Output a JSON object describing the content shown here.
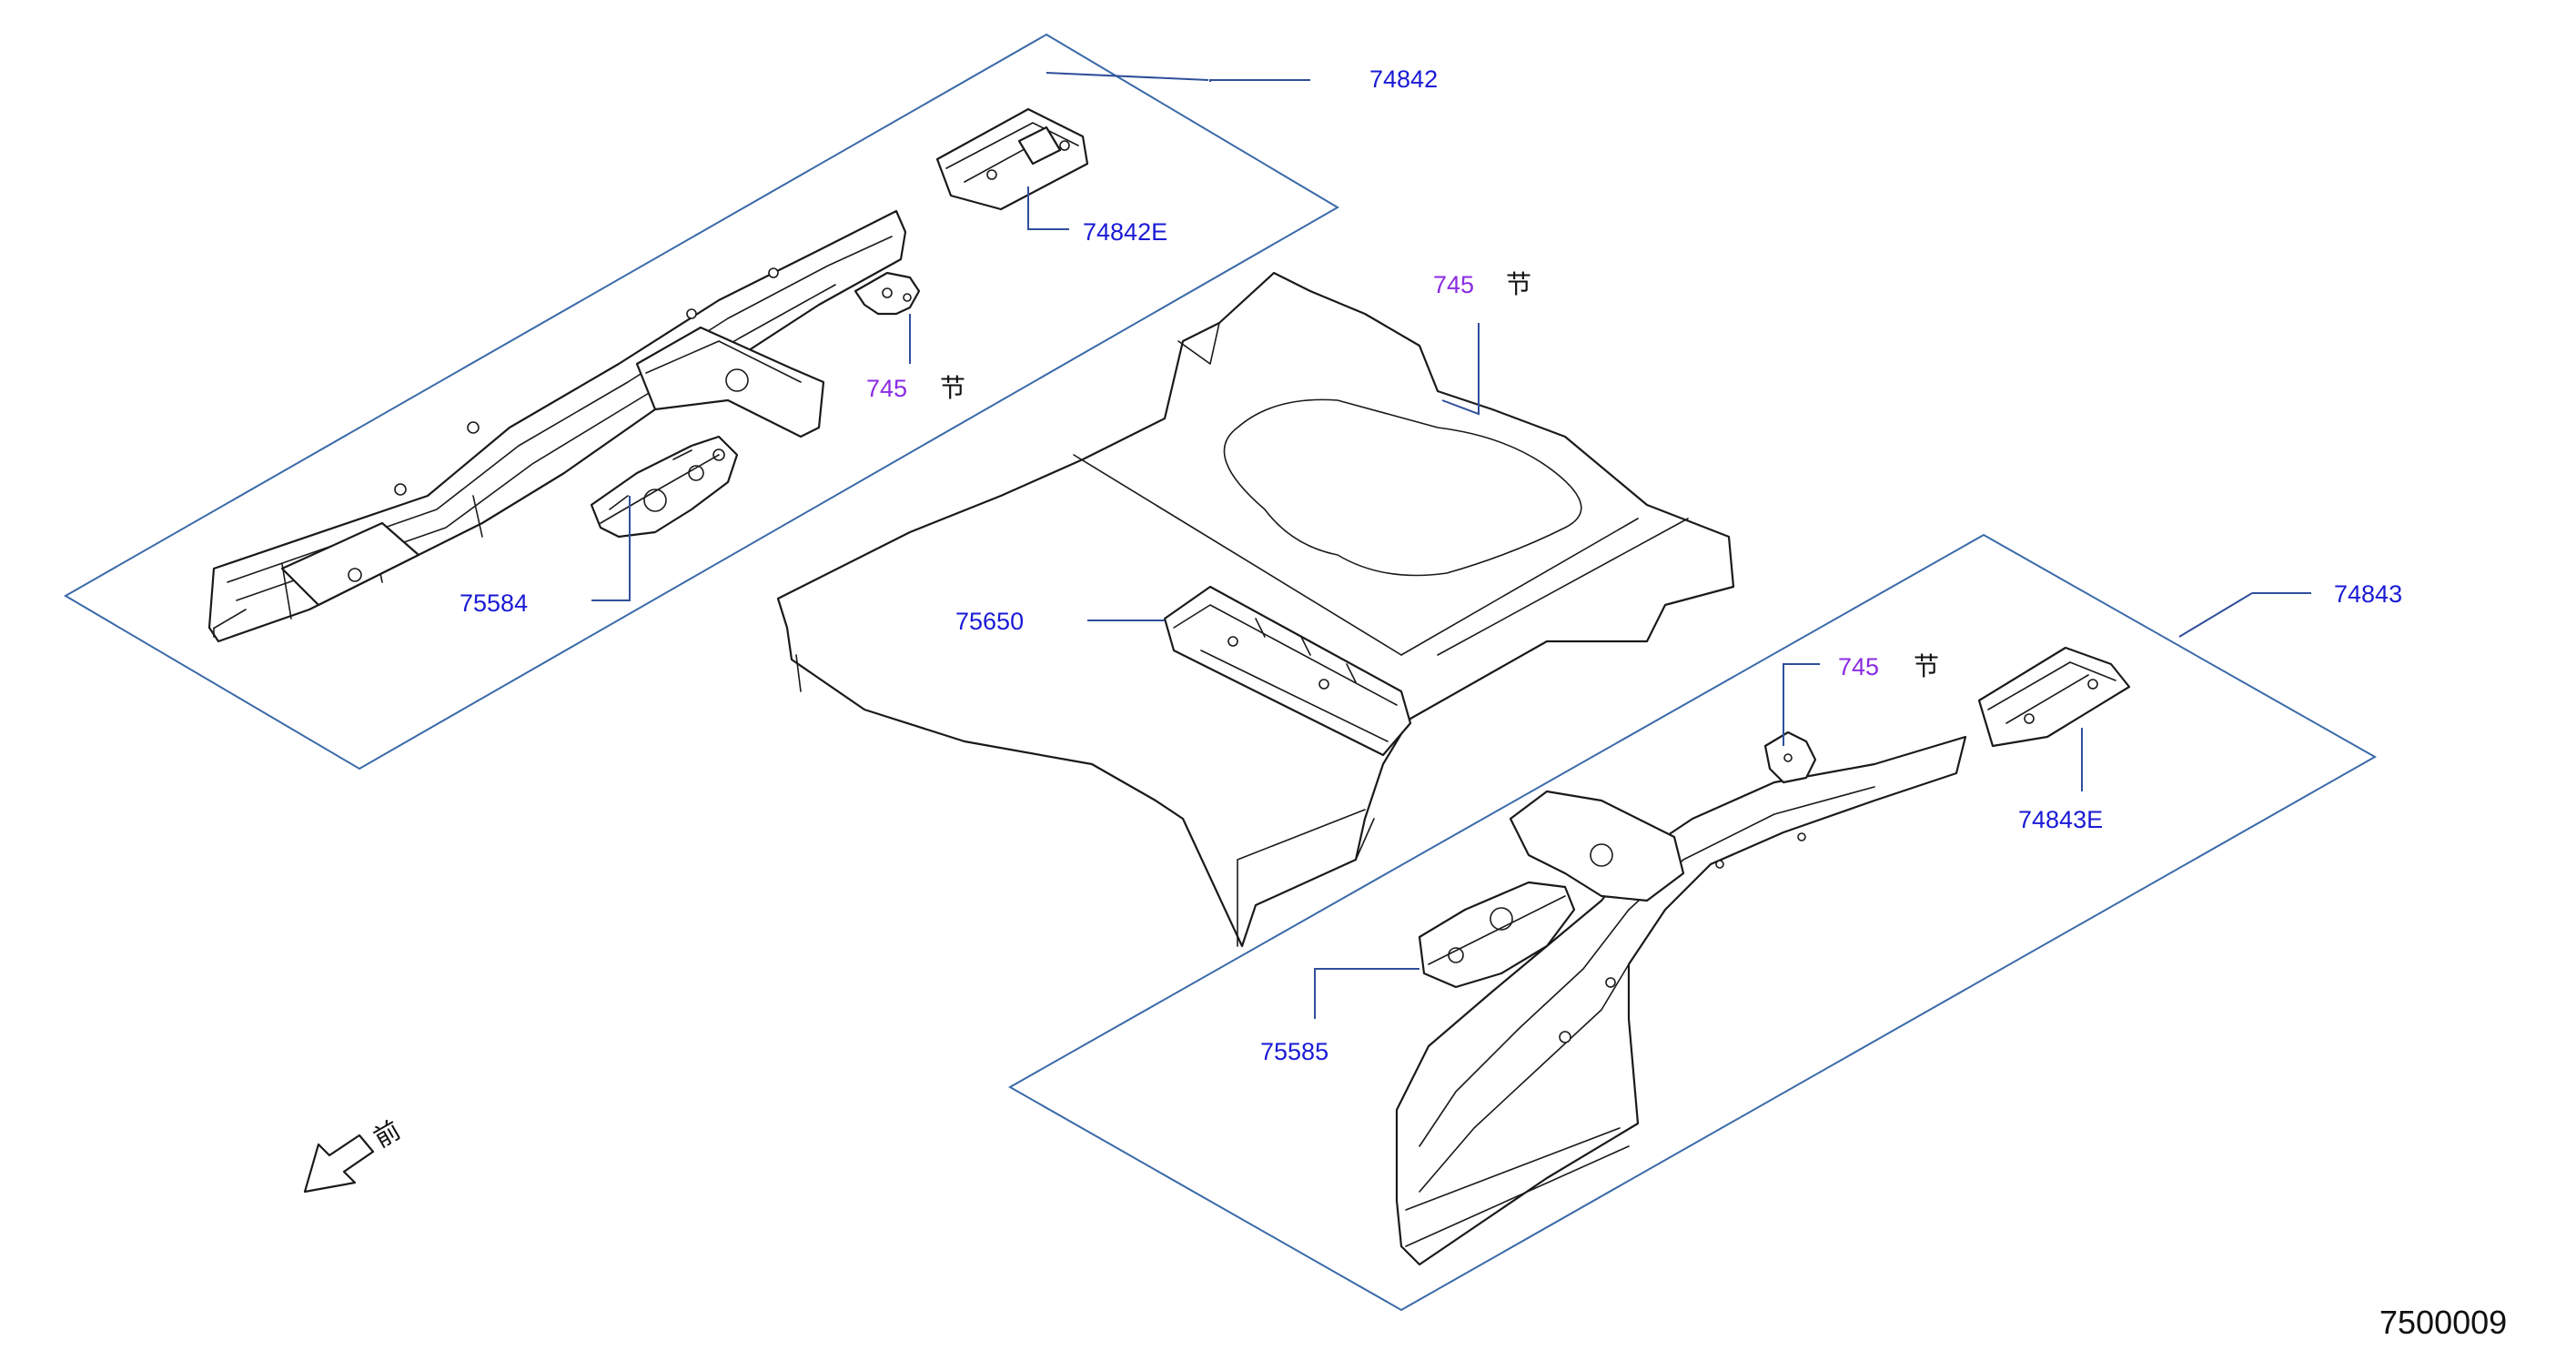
{
  "labels": {
    "part_74842": "74842",
    "part_74842e": "74842E",
    "part_745_a": "745",
    "part_745_b": "745",
    "part_745_c": "745",
    "part_75584": "75584",
    "part_75650": "75650",
    "part_74843": "74843",
    "part_74843e": "74843E",
    "part_75585": "75585",
    "section_glyph": "节",
    "front_glyph": "前",
    "diagram_code": "7500009"
  },
  "colors": {
    "part_number": "#1a1ad6",
    "reference_number": "#8a2be2",
    "frame_line": "#3a6aa8"
  }
}
